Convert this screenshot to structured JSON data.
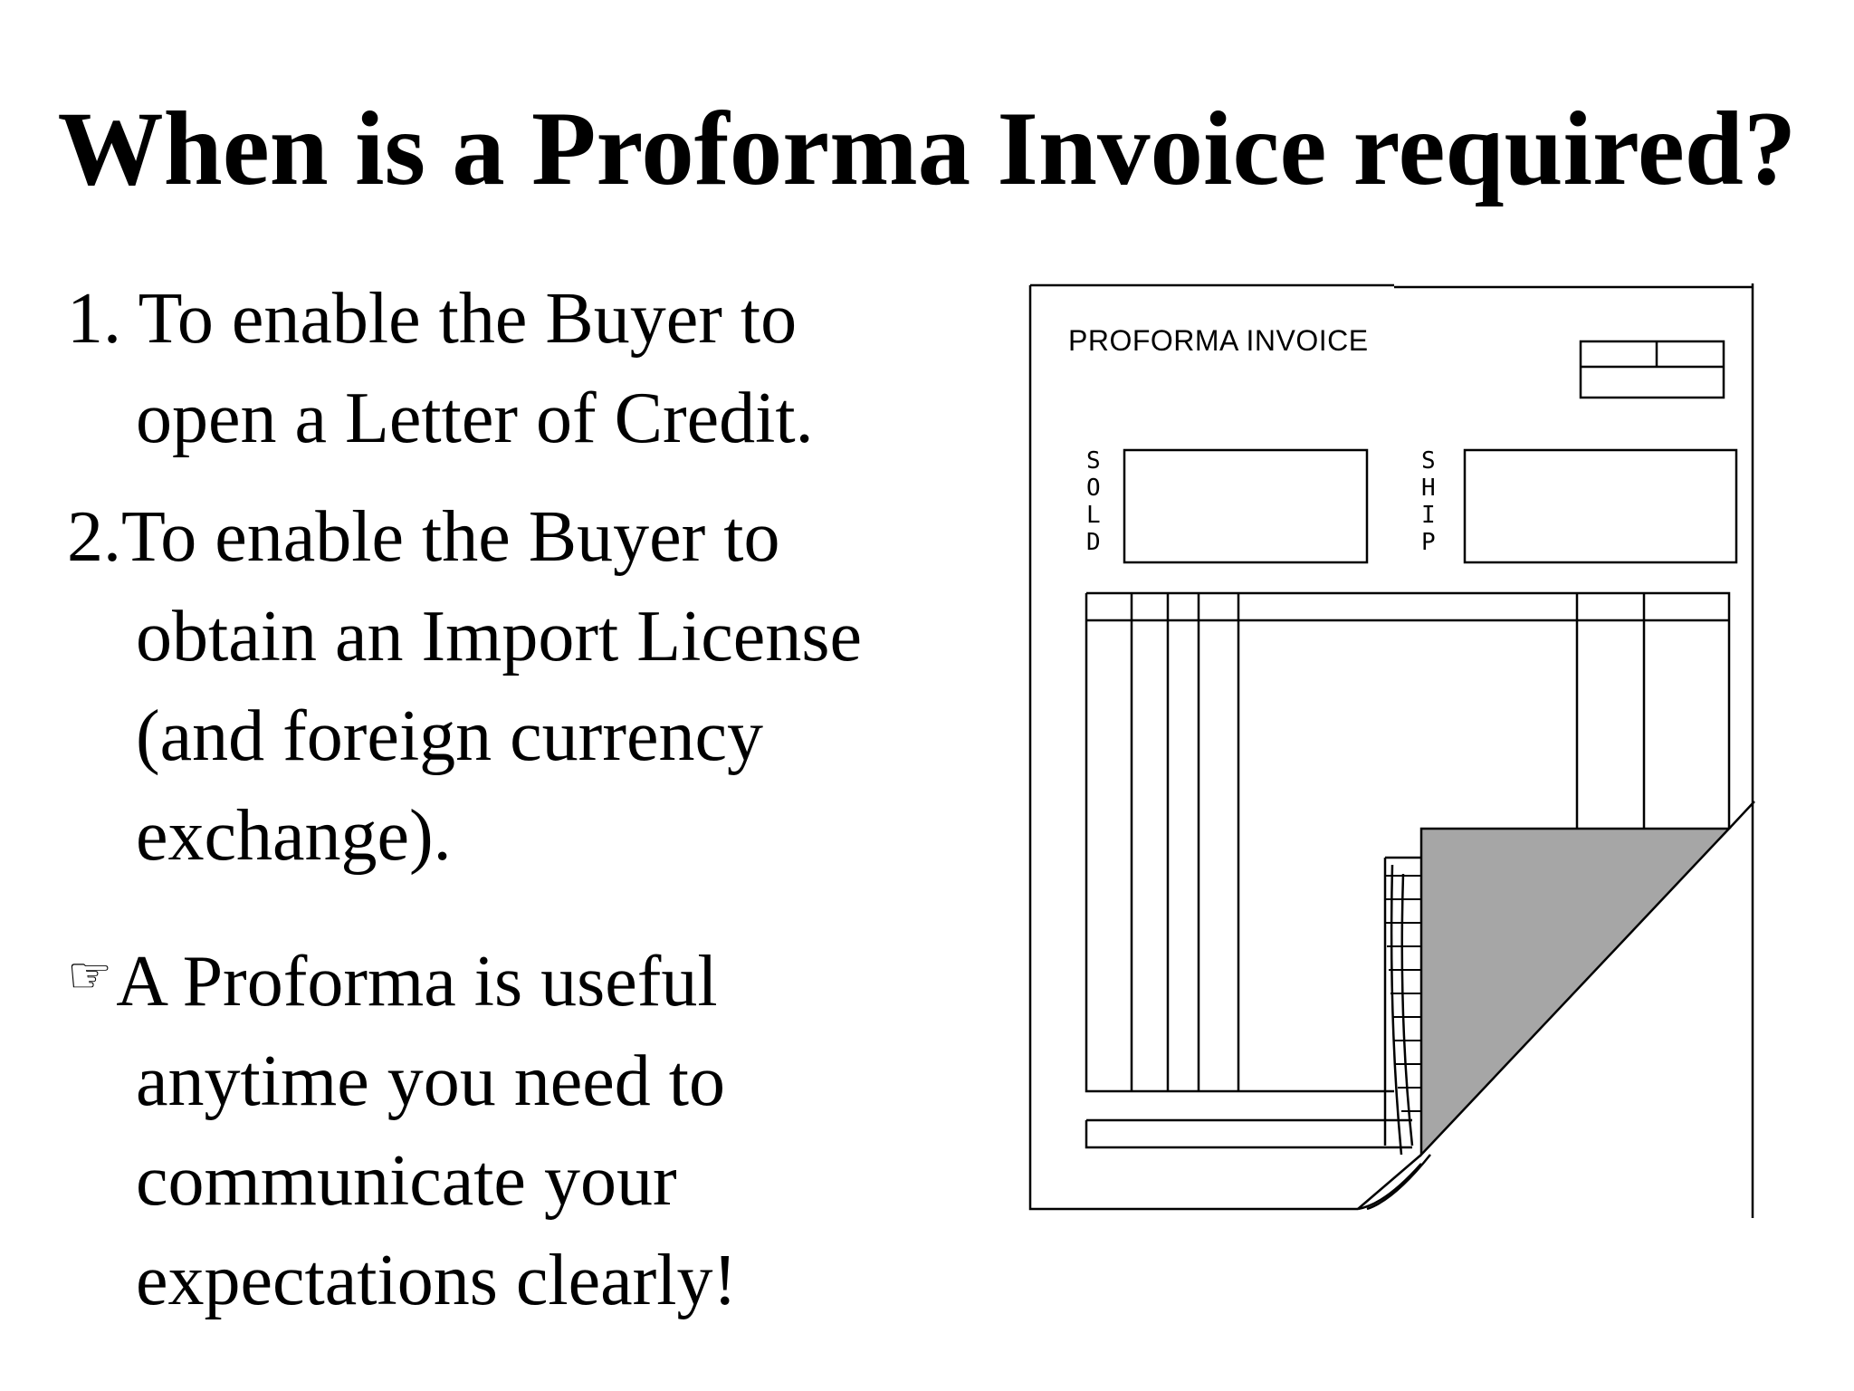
{
  "slide": {
    "title": "When is a Proforma Invoice required?",
    "items": [
      {
        "marker": "1.",
        "lines": [
          "To enable the Buyer to",
          "open a Letter of Credit."
        ]
      },
      {
        "marker": "2.",
        "lines": [
          "To enable the Buyer to",
          "obtain an Import License",
          "(and foreign currency",
          "exchange)."
        ]
      },
      {
        "marker_icon": "pointing-hand-icon",
        "marker_glyph": "☞",
        "lines": [
          "A Proforma is useful",
          "anytime you need to",
          "communicate your",
          "expectations clearly!"
        ]
      }
    ]
  },
  "invoice_illustration": {
    "header_label": "PROFORMA INVOICE",
    "sold_label": [
      "S",
      "O",
      "L",
      "D"
    ],
    "ship_label": [
      "S",
      "H",
      "I",
      "P"
    ],
    "page_curl_color": "#a6a6a6"
  }
}
